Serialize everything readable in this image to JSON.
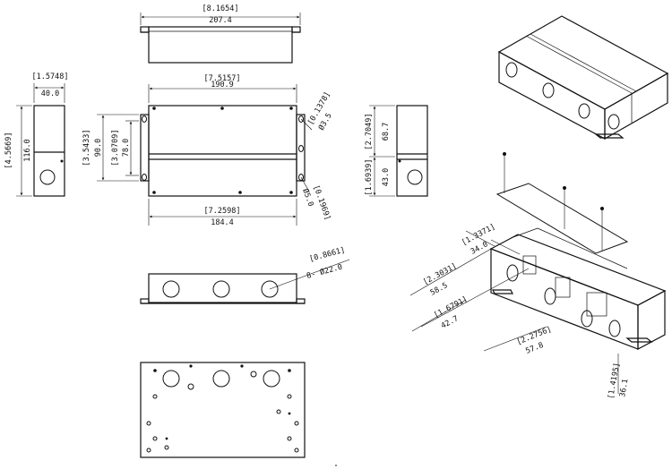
{
  "drawing": {
    "top_view": {
      "width_in": "[8.1654]",
      "width_mm": "207.4"
    },
    "front_view": {
      "width_in": "[7.5157]",
      "width_mm": "190.9",
      "inner_width_in": "[7.2598]",
      "inner_width_mm": "184.4",
      "height_in": "[3.5433]",
      "height_mm": "90.0",
      "inner_height_in": "[3.0709]",
      "inner_height_mm": "78.0",
      "slot_in": "[0.1378]",
      "slot_mm": "Ø3.5",
      "hole_in": "[0.1969]",
      "hole_mm": "Ø5.0"
    },
    "left_view": {
      "depth_in": "[1.5748]",
      "depth_mm": "40.0",
      "height_in": "[4.5669]",
      "height_mm": "116.0"
    },
    "right_view": {
      "upper_in": "[2.7049]",
      "upper_mm": "68.7",
      "lower_in": "[1.6939]",
      "lower_mm": "43.0"
    },
    "side_view": {
      "hole_in": "[0.8661]",
      "hole_mm": "8- Ø22.0"
    },
    "exploded_view": {
      "d1_in": "[1.3371]",
      "d1_mm": "34.0",
      "d2_in": "[2.3031]",
      "d2_mm": "58.5",
      "d3_in": "[1.6791]",
      "d3_mm": "42.7",
      "d4_in": "[2.2756]",
      "d4_mm": "57.8",
      "d5_in": "[1.4195]",
      "d5_mm": "36.1"
    }
  }
}
